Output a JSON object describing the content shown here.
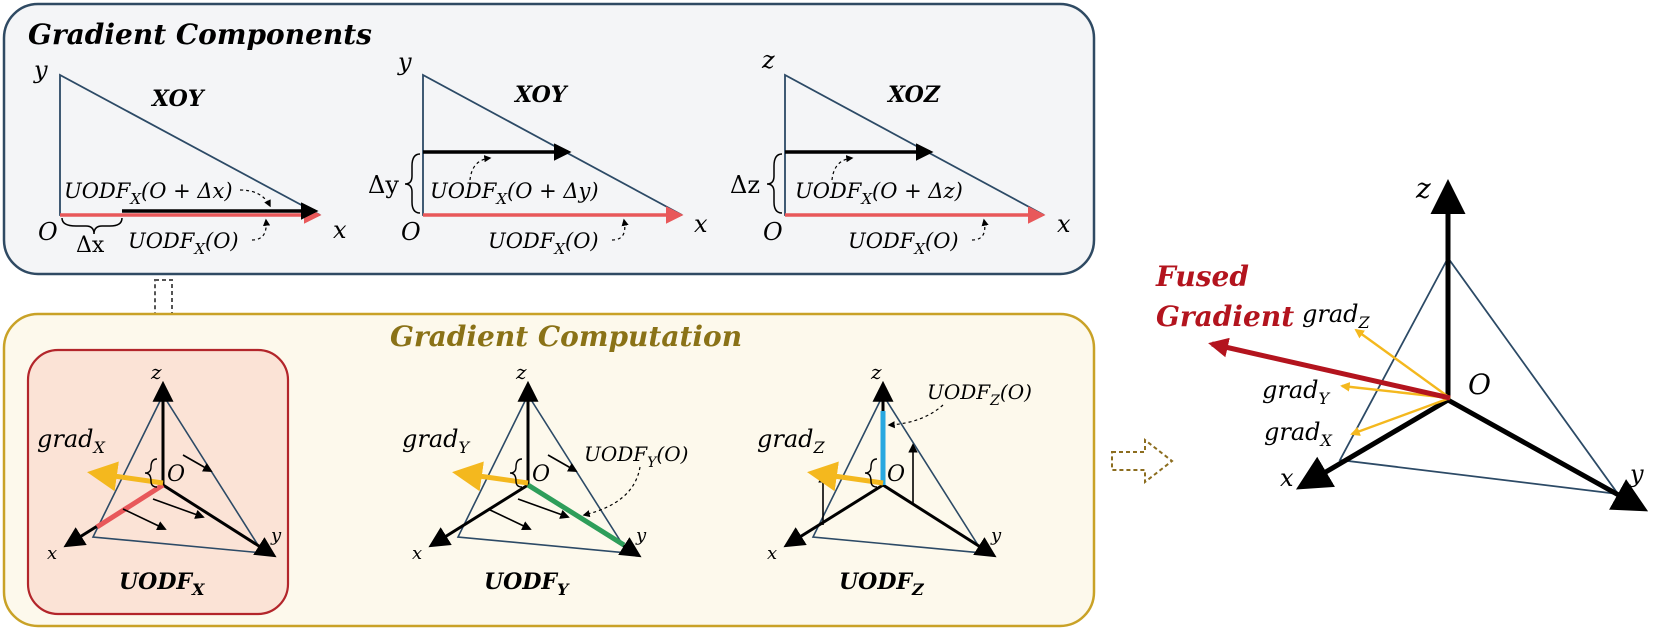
{
  "panels": {
    "components": {
      "title": "Gradient Components",
      "diagrams": [
        {
          "plane": "XOY",
          "vertical_axis": "y",
          "horizontal_axis": "x",
          "origin": "O",
          "delta": "Δx",
          "shift_label": "UODF",
          "shift_sub": "X",
          "shift_arg": "(O + Δx)",
          "base_label": "UODF",
          "base_sub": "X",
          "base_arg": "(O)"
        },
        {
          "plane": "XOY",
          "vertical_axis": "y",
          "horizontal_axis": "x",
          "origin": "O",
          "delta": "Δy",
          "shift_label": "UODF",
          "shift_sub": "X",
          "shift_arg": "(O + Δy)",
          "base_label": "UODF",
          "base_sub": "X",
          "base_arg": "(O)"
        },
        {
          "plane": "XOZ",
          "vertical_axis": "z",
          "horizontal_axis": "x",
          "origin": "O",
          "delta": "Δz",
          "shift_label": "UODF",
          "shift_sub": "X",
          "shift_arg": "(O + Δz)",
          "base_label": "UODF",
          "base_sub": "X",
          "base_arg": "(O)"
        }
      ]
    },
    "computation": {
      "title": "Gradient Computation",
      "diagrams": [
        {
          "caption": "UODF",
          "caption_sub": "X",
          "grad": "grad",
          "grad_sub": "X",
          "origin": "O",
          "axis_x": "x",
          "axis_y": "y",
          "axis_z": "z",
          "vector_label": "",
          "vector_sub": "",
          "vector_arg": "",
          "highlight_color": "#e8585a"
        },
        {
          "caption": "UODF",
          "caption_sub": "Y",
          "grad": "grad",
          "grad_sub": "Y",
          "origin": "O",
          "axis_x": "x",
          "axis_y": "y",
          "axis_z": "z",
          "vector_label": "UODF",
          "vector_sub": "Y",
          "vector_arg": "(O)",
          "highlight_color": "#2e9e5a"
        },
        {
          "caption": "UODF",
          "caption_sub": "Z",
          "grad": "grad",
          "grad_sub": "Z",
          "origin": "O",
          "axis_x": "x",
          "axis_y": "y",
          "axis_z": "z",
          "vector_label": "UODF",
          "vector_sub": "Z",
          "vector_arg": "(O)",
          "highlight_color": "#29a8e0"
        }
      ]
    },
    "fused": {
      "title_line1": "Fused",
      "title_line2": "Gradient",
      "origin": "O",
      "axis_x": "x",
      "axis_y": "y",
      "axis_z": "z",
      "grads": [
        {
          "label": "grad",
          "sub": "Z"
        },
        {
          "label": "grad",
          "sub": "Y"
        },
        {
          "label": "grad",
          "sub": "X"
        }
      ]
    }
  },
  "colors": {
    "components_border": "#2f4a63",
    "components_fill": "#f4f5f7",
    "computation_border": "#c9a227",
    "computation_fill": "#fdf9ec",
    "computation_title": "#8a7217",
    "uodfx_border": "#b3262b",
    "uodfx_fill": "#fbe3d6",
    "base_vector": "#e8585a",
    "grad_arrow": "#f4b81e",
    "fused_arrow": "#b3141e",
    "triangle_line": "#2c4a66",
    "dashed_arrow": "#555555",
    "dashed_arrow_gold": "#8c6d1f"
  }
}
